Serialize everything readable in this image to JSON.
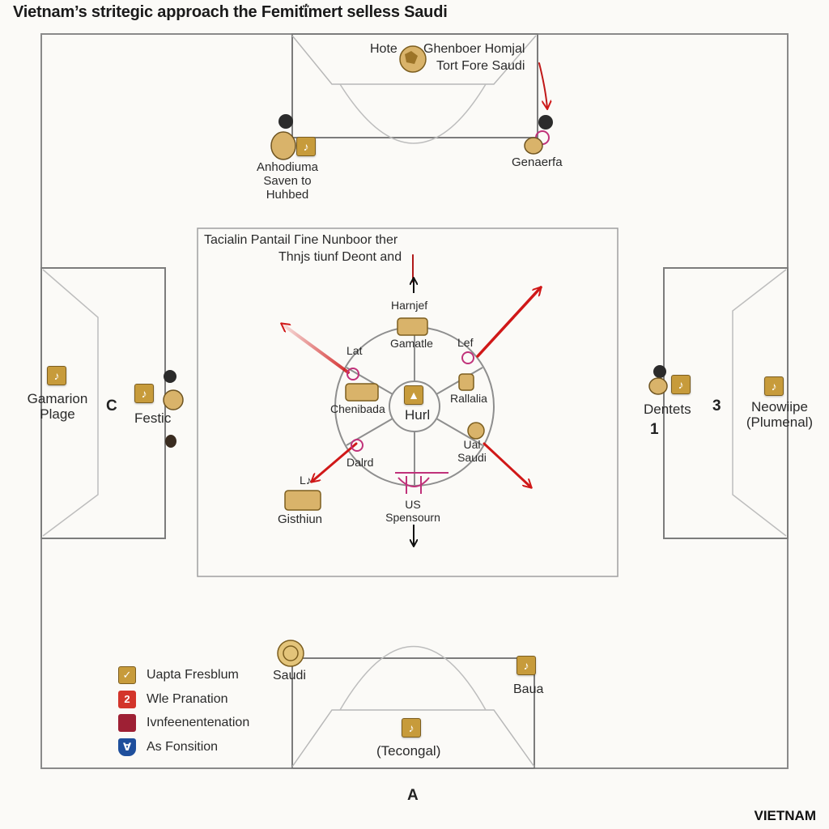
{
  "title": "Vietnam’s stritegic approach the Femitΐmert selless Saudi",
  "brand": "VIETNAM",
  "colors": {
    "line": "#8a8a8a",
    "arrow": "#d01818",
    "badge": "#c79b3b",
    "badge_border": "#7c5e1f",
    "player_skin": "#d9b36a"
  },
  "top_box": {
    "label_left": "Hote",
    "label_right_line1": "Ghenboer Homjal",
    "label_right_line2": "Tort Fore Saudi"
  },
  "players": {
    "top_left": "Anhodiuma\nSaven to\nHuhbed",
    "top_right": "Genaerfa",
    "left_outer": "Gamarion\nPlage",
    "left_inner": "Festic",
    "right_inner": "Dentets",
    "right_outer": "Neowiipe\n(Plumenal)",
    "bottom_left": "Saudi",
    "bottom_right": "Baua",
    "bottom_center": "(Tecongal)"
  },
  "markers": {
    "left": "C",
    "right_3": "3",
    "right_1": "1",
    "bottom": "A"
  },
  "center": {
    "heading_line1": "Tacialin Pantail Γine Nunboor ther",
    "heading_line2": "Thnjs tiunf Deont and",
    "hub": "Hurl",
    "nodes": {
      "top": "Harnjef",
      "top_sub": "Gamatle",
      "upper_left": "Lat",
      "upper_right": "Lef",
      "left": "Chenibada",
      "right": "Rallalia",
      "lower_left": "Dalrd",
      "lower_right": "Ual\nSaudi",
      "bottom": "US\nSpensourn",
      "bottom_left": "Gisthiun",
      "bottom_left_tag": "L♪"
    }
  },
  "legend": [
    {
      "icon": "check",
      "symbol": "✓",
      "color": "#c79b3b",
      "label": "Uapta Fresblum"
    },
    {
      "icon": "number-2",
      "symbol": "2",
      "color": "#d3352b",
      "label": "Wle Pranation"
    },
    {
      "icon": "square",
      "symbol": "",
      "color": "#9e2034",
      "label": "Ivnfeenentenation"
    },
    {
      "icon": "shield",
      "symbol": "∀",
      "color": "#1f4f9c",
      "label": "As Fonsition"
    }
  ]
}
